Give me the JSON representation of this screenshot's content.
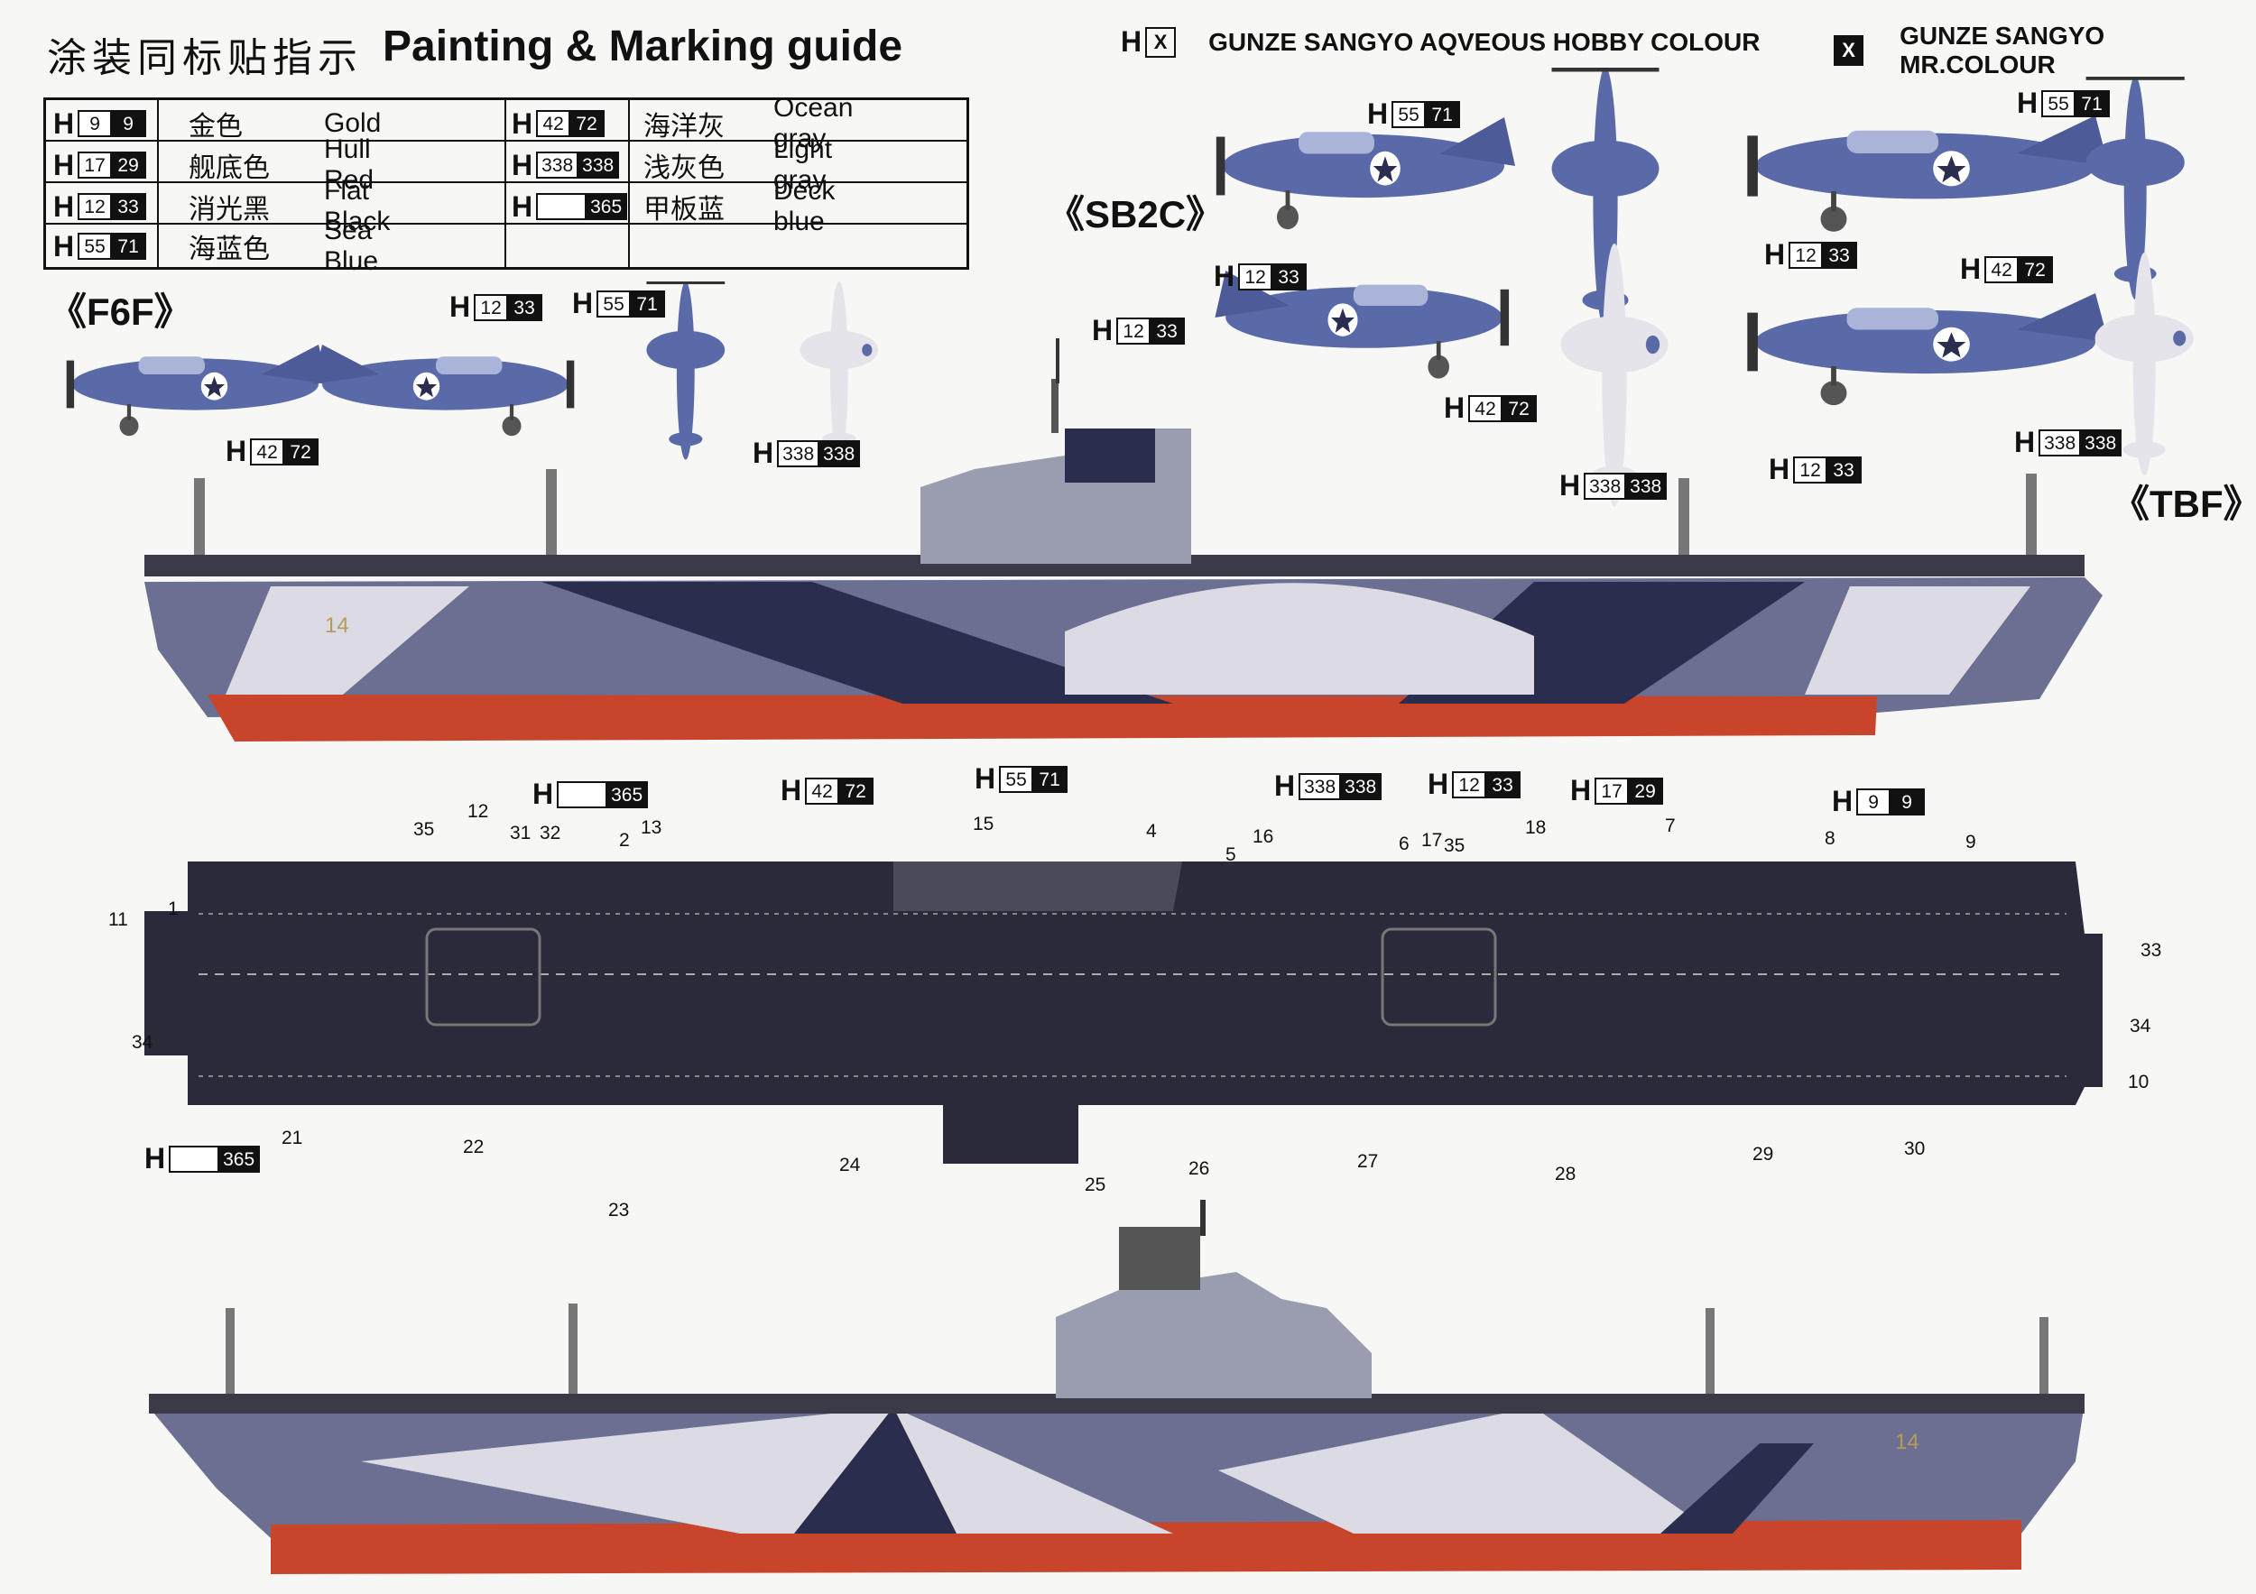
{
  "header": {
    "title_cn": "涂装同标贴指示",
    "title_en": "Painting & Marking guide"
  },
  "paint_legend": {
    "hobby": {
      "prefix": "H",
      "box": "X",
      "label": "GUNZE SANGYO AQVEOUS HOBBY COLOUR"
    },
    "mr": {
      "box": "X",
      "label": "GUNZE SANGYO MR.COLOUR"
    }
  },
  "color_table": [
    {
      "h": "9",
      "m": "9",
      "cn": "金色",
      "en": "Gold"
    },
    {
      "h": "17",
      "m": "29",
      "cn": "舰底色",
      "en": "Hull Red"
    },
    {
      "h": "12",
      "m": "33",
      "cn": "消光黑",
      "en": "Flat Black"
    },
    {
      "h": "55",
      "m": "71",
      "cn": "海蓝色",
      "en": "Sea Blue"
    },
    {
      "h": "42",
      "m": "72",
      "cn": "海洋灰",
      "en": "Ocean gray"
    },
    {
      "h": "338",
      "m": "338",
      "cn": "浅灰色",
      "en": "Light gray"
    },
    {
      "h": "",
      "m": "365",
      "cn": "甲板蓝",
      "en": "Deck blue"
    }
  ],
  "models": {
    "f6f": "《F6F》",
    "sb2c": "《SB2C》",
    "tbf": "《TBF》"
  },
  "color_callouts": {
    "h_prefix": "H",
    "c12_33": {
      "h": "12",
      "m": "33"
    },
    "c55_71": {
      "h": "55",
      "m": "71"
    },
    "c42_72": {
      "h": "42",
      "m": "72"
    },
    "c338": {
      "h": "338",
      "m": "338"
    },
    "c17_29": {
      "h": "17",
      "m": "29"
    },
    "c9_9": {
      "h": "9",
      "m": "9"
    },
    "c365": {
      "h": "",
      "m": "365"
    }
  },
  "deck_part_numbers": {
    "top": [
      "35",
      "12",
      "31",
      "32",
      "2",
      "13",
      "15",
      "4",
      "5",
      "16",
      "6",
      "17",
      "35",
      "18",
      "7",
      "8",
      "9"
    ],
    "left": [
      "11",
      "1",
      "34"
    ],
    "right": [
      "33",
      "34",
      "10"
    ],
    "bottom": [
      "21",
      "22",
      "23",
      "24",
      "25",
      "26",
      "27",
      "28",
      "29",
      "30"
    ]
  },
  "hull_number": "14",
  "colors": {
    "hull_red": "#c8452c",
    "sea_blue": "#2a2d4e",
    "ocean_gray": "#6b6f92",
    "light_gray": "#dcdbe3",
    "deck_blue": "#2b2a3a",
    "plane_blue": "#5a6aa8",
    "plane_white": "#e4e4ea"
  }
}
